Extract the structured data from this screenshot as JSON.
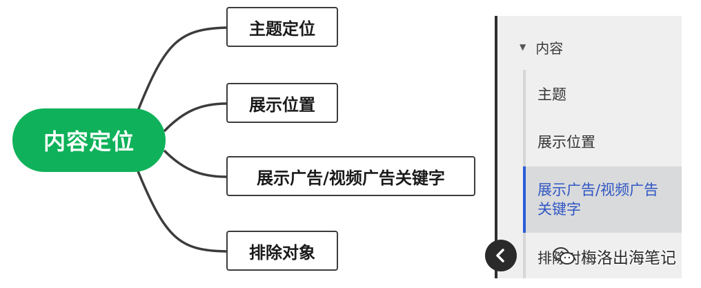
{
  "mindmap": {
    "root": {
      "label": "内容定位",
      "color": "#0fb25a"
    },
    "branches": [
      {
        "label": "主题定位"
      },
      {
        "label": "展示位置"
      },
      {
        "label": "展示广告/视频广告关键字"
      },
      {
        "label": "排除对象"
      }
    ]
  },
  "sidebar": {
    "section": {
      "label": "内容",
      "icon": "caret-down-icon"
    },
    "items": [
      {
        "label": "主题"
      },
      {
        "label": "展示位置"
      },
      {
        "label": "展示广告/视频广告",
        "label_line2": "关键字",
        "active": true,
        "accent": "#2a5bd7"
      },
      {
        "label": "排除对象"
      }
    ],
    "back_icon": "chevron-left-icon"
  },
  "watermark": {
    "text": "梅洛出海笔记",
    "icon": "wechat-icon"
  }
}
